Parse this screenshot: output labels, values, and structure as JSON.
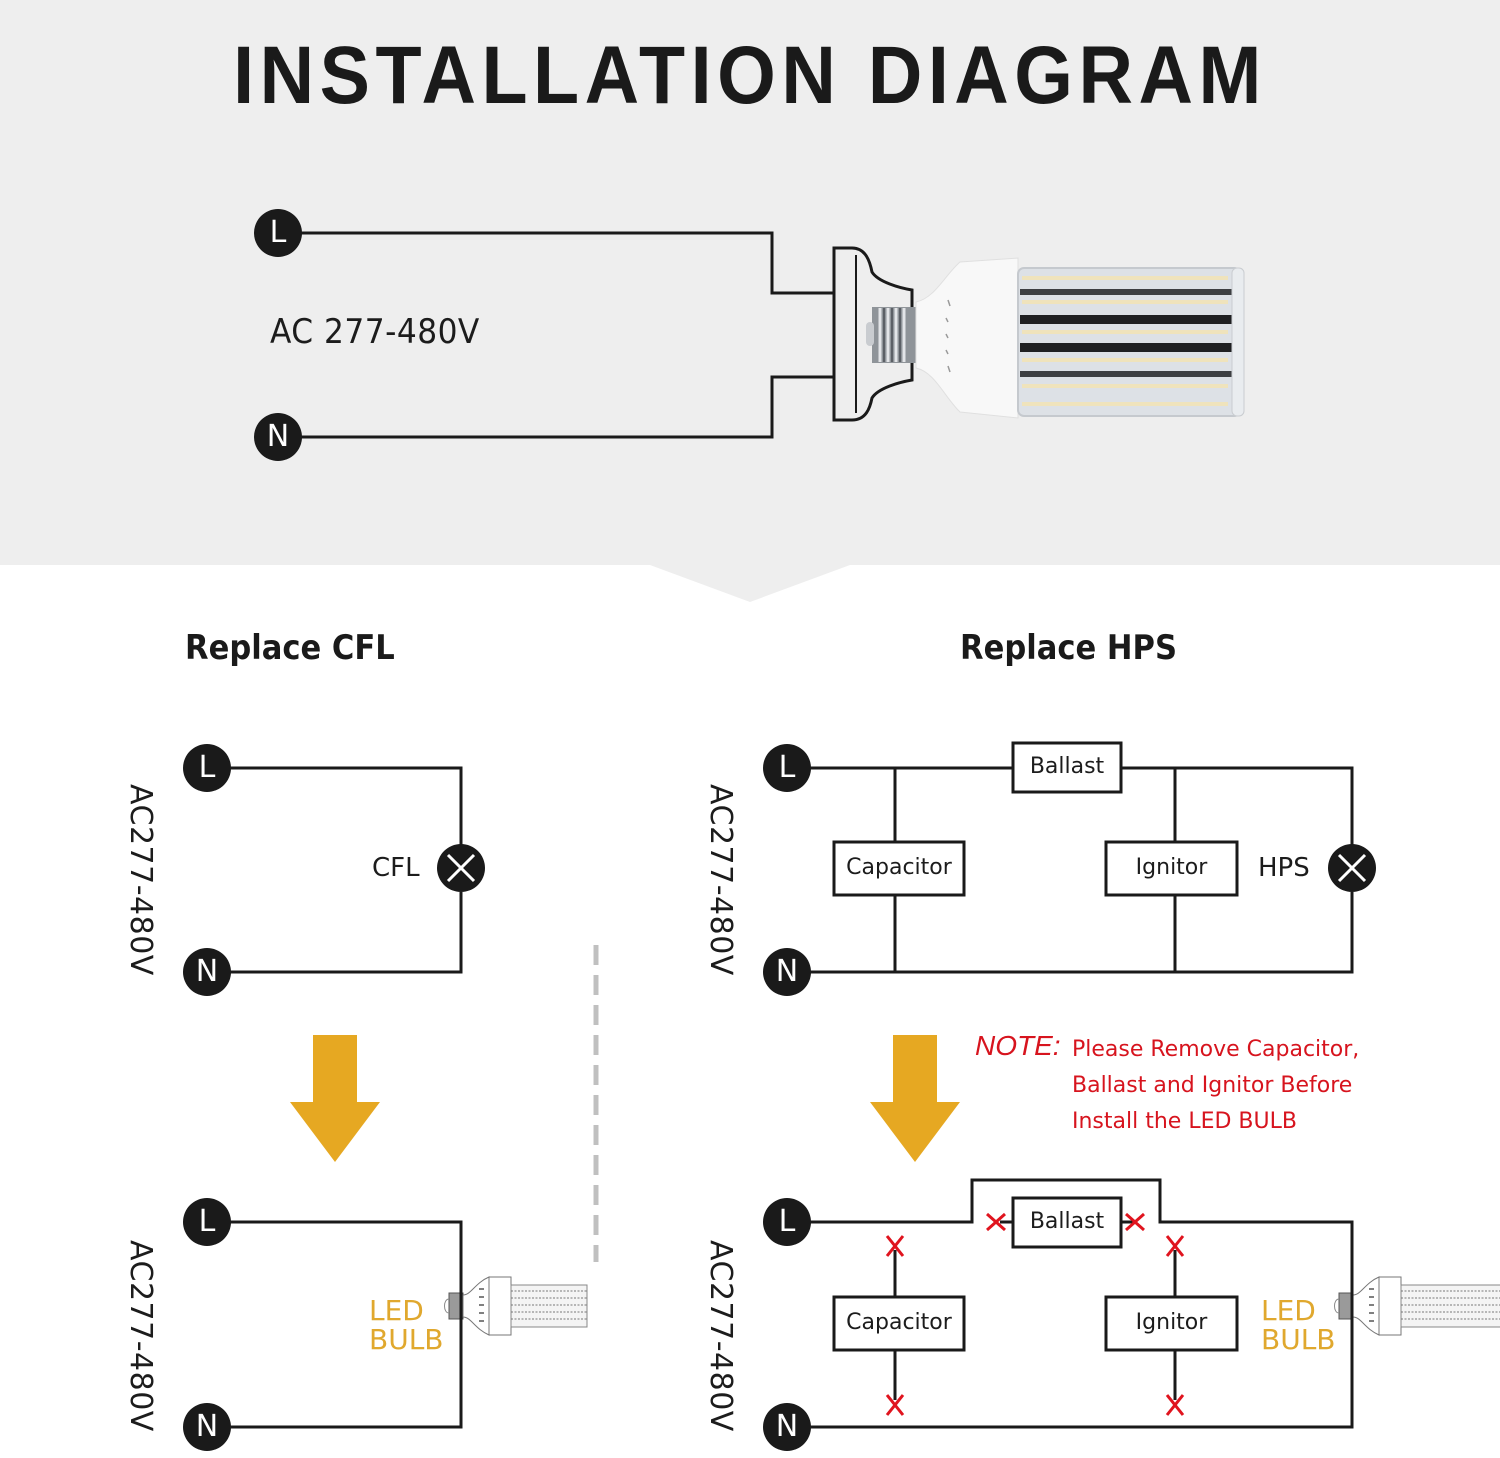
{
  "title": "INSTALLATION DIAGRAM",
  "colors": {
    "band_background": "#eeeeee",
    "page_background": "#ffffff",
    "line": "#1a1a1a",
    "arrow": "#e6a822",
    "led_text": "#e0a82e",
    "note_red": "#d7141e",
    "remove_marker": "#e0141e",
    "divider": "#c0c0c0"
  },
  "top_diagram": {
    "terminal_live": "L",
    "terminal_neutral": "N",
    "voltage": "AC 277-480V",
    "device": "corn-led-bulb-in-mogul-socket"
  },
  "cfl_section": {
    "heading": "Replace CFL",
    "before": {
      "terminal_live": "L",
      "terminal_neutral": "N",
      "voltage": "AC277-480V",
      "lamp_label": "CFL"
    },
    "after": {
      "terminal_live": "L",
      "terminal_neutral": "N",
      "voltage": "AC277-480V",
      "lamp_label_line1": "LED",
      "lamp_label_line2": "BULB"
    }
  },
  "hps_section": {
    "heading": "Replace HPS",
    "before": {
      "terminal_live": "L",
      "terminal_neutral": "N",
      "voltage": "AC277-480V",
      "ballast": "Ballast",
      "capacitor": "Capacitor",
      "ignitor": "Ignitor",
      "lamp_label": "HPS"
    },
    "note": {
      "label": "NOTE:",
      "line1": "Please Remove Capacitor,",
      "line2": "Ballast and Ignitor Before",
      "line3": "Install the LED BULB"
    },
    "after": {
      "terminal_live": "L",
      "terminal_neutral": "N",
      "voltage": "AC277-480V",
      "ballast": "Ballast",
      "capacitor": "Capacitor",
      "ignitor": "Ignitor",
      "lamp_label_line1": "LED",
      "lamp_label_line2": "BULB",
      "removed_connection_marker": "X"
    }
  }
}
